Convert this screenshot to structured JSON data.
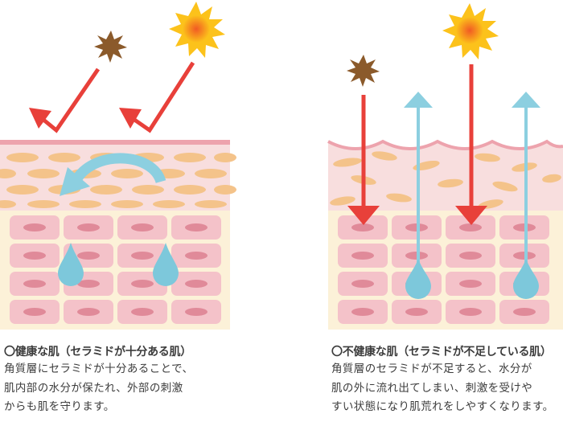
{
  "left": {
    "heading": "〇健康な肌（セラミドが十分ある肌）",
    "lines": [
      "角質層にセラミドが十分あることで、",
      "肌内部の水分が保たれ、外部の刺激",
      "からも肌を守ります。"
    ]
  },
  "right": {
    "heading": "〇不健康な肌（セラミドが不足している肌）",
    "lines": [
      "角質層のセラミドが不足すると、水分が",
      "肌の外に流れ出てしまい、刺激を受けや",
      "すい状態になり肌荒れをしやすくなります。"
    ]
  },
  "colors": {
    "arrow_red": "#e8403a",
    "arrow_blue": "#8ccfe0",
    "water_drop": "#7dc8db",
    "skin_pink": "#f8dede",
    "surface_line": "#eda3ad",
    "lipid_orange": "#f4c38a",
    "dermis_cream": "#fcf1d8",
    "cell_fill": "#f4c2c9",
    "nucleus": "#e08a99",
    "sun_core": "#f7931e",
    "irritant_brown": "#8b5a2b"
  }
}
